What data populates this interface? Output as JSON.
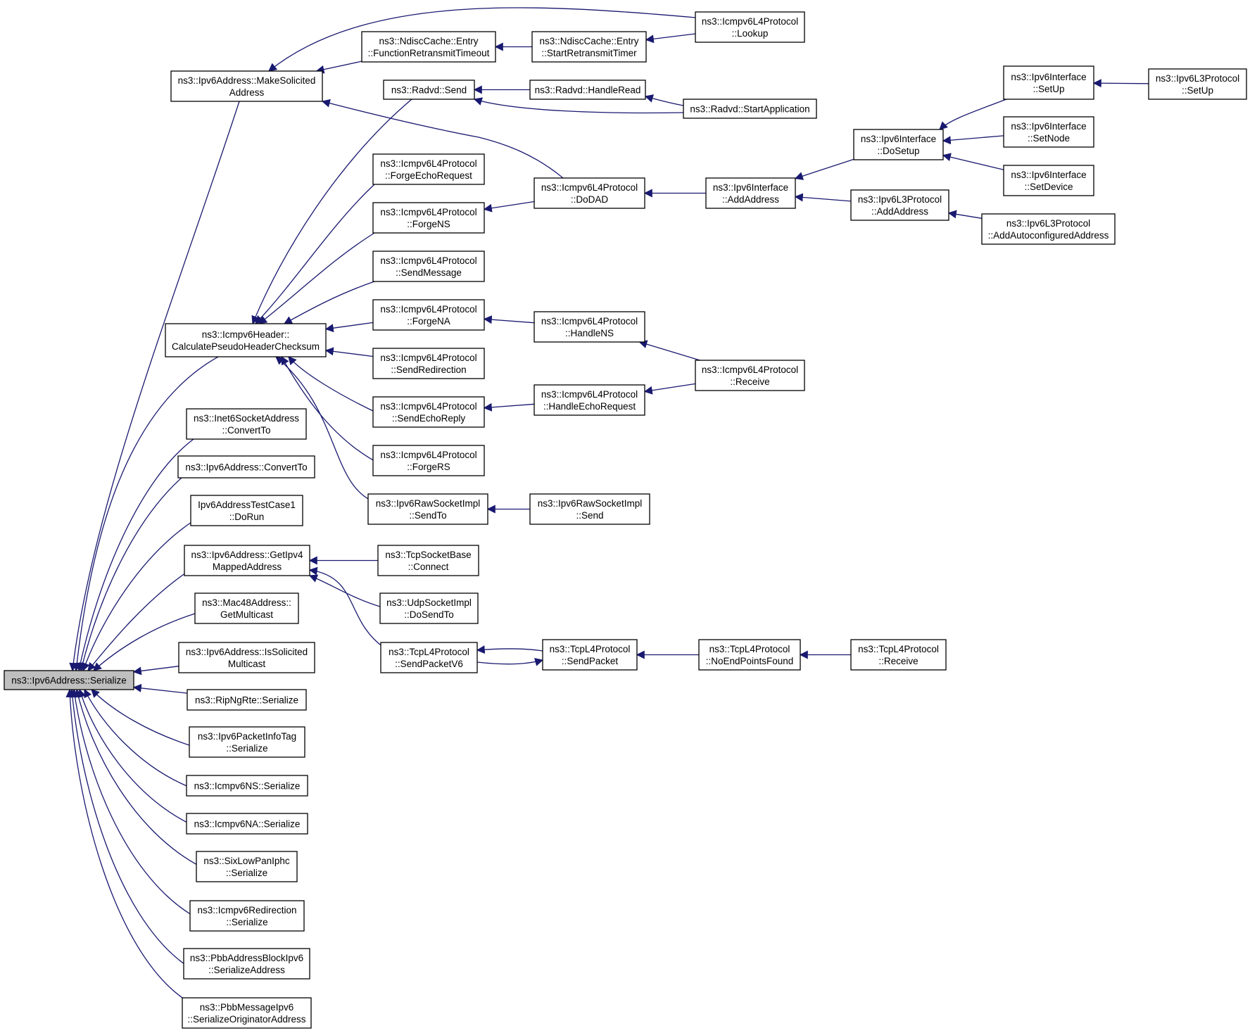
{
  "graph": {
    "colors": {
      "edge": "#191970",
      "node_border": "#000000",
      "node_fill": "#ffffff",
      "root_fill": "#bfbfbf"
    },
    "nodes": [
      {
        "id": "root",
        "lines": [
          "ns3::Ipv6Address::Serialize"
        ]
      },
      {
        "id": "make_solicited",
        "lines": [
          "ns3::Ipv6Address::MakeSolicited",
          "Address"
        ]
      },
      {
        "id": "calc_pseudo",
        "lines": [
          "ns3::Icmpv6Header::",
          "CalculatePseudoHeaderChecksum"
        ]
      },
      {
        "id": "inet6_convert",
        "lines": [
          "ns3::Inet6SocketAddress",
          "::ConvertTo"
        ]
      },
      {
        "id": "ipv6addr_convert",
        "lines": [
          "ns3::Ipv6Address::ConvertTo"
        ]
      },
      {
        "id": "testcase_dorun",
        "lines": [
          "Ipv6AddressTestCase1",
          "::DoRun"
        ]
      },
      {
        "id": "get_ipv4_mapped",
        "lines": [
          "ns3::Ipv6Address::GetIpv4",
          "MappedAddress"
        ]
      },
      {
        "id": "mac48_multicast",
        "lines": [
          "ns3::Mac48Address::",
          "GetMulticast"
        ]
      },
      {
        "id": "is_solicited",
        "lines": [
          "ns3::Ipv6Address::IsSolicited",
          "Multicast"
        ]
      },
      {
        "id": "ripng_serialize",
        "lines": [
          "ns3::RipNgRte::Serialize"
        ]
      },
      {
        "id": "pktinfo_serialize",
        "lines": [
          "ns3::Ipv6PacketInfoTag",
          "::Serialize"
        ]
      },
      {
        "id": "icmpv6ns_serialize",
        "lines": [
          "ns3::Icmpv6NS::Serialize"
        ]
      },
      {
        "id": "icmpv6na_serialize",
        "lines": [
          "ns3::Icmpv6NA::Serialize"
        ]
      },
      {
        "id": "sixlowpan_serialize",
        "lines": [
          "ns3::SixLowPanIphc",
          "::Serialize"
        ]
      },
      {
        "id": "redirection_serialize",
        "lines": [
          "ns3::Icmpv6Redirection",
          "::Serialize"
        ]
      },
      {
        "id": "pbb_block",
        "lines": [
          "ns3::PbbAddressBlockIpv6",
          "::SerializeAddress"
        ]
      },
      {
        "id": "pbb_message",
        "lines": [
          "ns3::PbbMessageIpv6",
          "::SerializeOriginatorAddress"
        ]
      },
      {
        "id": "ndisc_func_retx",
        "lines": [
          "ns3::NdiscCache::Entry",
          "::FunctionRetransmitTimeout"
        ]
      },
      {
        "id": "radvd_send",
        "lines": [
          "ns3::Radvd::Send"
        ]
      },
      {
        "id": "forge_echo_req",
        "lines": [
          "ns3::Icmpv6L4Protocol",
          "::ForgeEchoRequest"
        ]
      },
      {
        "id": "forge_ns",
        "lines": [
          "ns3::Icmpv6L4Protocol",
          "::ForgeNS"
        ]
      },
      {
        "id": "send_message",
        "lines": [
          "ns3::Icmpv6L4Protocol",
          "::SendMessage"
        ]
      },
      {
        "id": "forge_na",
        "lines": [
          "ns3::Icmpv6L4Protocol",
          "::ForgeNA"
        ]
      },
      {
        "id": "send_redirection",
        "lines": [
          "ns3::Icmpv6L4Protocol",
          "::SendRedirection"
        ]
      },
      {
        "id": "send_echo_reply",
        "lines": [
          "ns3::Icmpv6L4Protocol",
          "::SendEchoReply"
        ]
      },
      {
        "id": "forge_rs",
        "lines": [
          "ns3::Icmpv6L4Protocol",
          "::ForgeRS"
        ]
      },
      {
        "id": "raw_sendto",
        "lines": [
          "ns3::Ipv6RawSocketImpl",
          "::SendTo"
        ]
      },
      {
        "id": "tcp_connect",
        "lines": [
          "ns3::TcpSocketBase",
          "::Connect"
        ]
      },
      {
        "id": "udp_dosendto",
        "lines": [
          "ns3::UdpSocketImpl",
          "::DoSendTo"
        ]
      },
      {
        "id": "tcp_sendpacketv6",
        "lines": [
          "ns3::TcpL4Protocol",
          "::SendPacketV6"
        ]
      },
      {
        "id": "ndisc_start_retx",
        "lines": [
          "ns3::NdiscCache::Entry",
          "::StartRetransmitTimer"
        ]
      },
      {
        "id": "radvd_handleread",
        "lines": [
          "ns3::Radvd::HandleRead"
        ]
      },
      {
        "id": "dodad",
        "lines": [
          "ns3::Icmpv6L4Protocol",
          "::DoDAD"
        ]
      },
      {
        "id": "handle_ns",
        "lines": [
          "ns3::Icmpv6L4Protocol",
          "::HandleNS"
        ]
      },
      {
        "id": "handle_echo_req",
        "lines": [
          "ns3::Icmpv6L4Protocol",
          "::HandleEchoRequest"
        ]
      },
      {
        "id": "raw_send",
        "lines": [
          "ns3::Ipv6RawSocketImpl",
          "::Send"
        ]
      },
      {
        "id": "tcp_sendpacket",
        "lines": [
          "ns3::TcpL4Protocol",
          "::SendPacket"
        ]
      },
      {
        "id": "icmp_lookup",
        "lines": [
          "ns3::Icmpv6L4Protocol",
          "::Lookup"
        ]
      },
      {
        "id": "radvd_startapp",
        "lines": [
          "ns3::Radvd::StartApplication"
        ]
      },
      {
        "id": "icmp_receive",
        "lines": [
          "ns3::Icmpv6L4Protocol",
          "::Receive"
        ]
      },
      {
        "id": "iface_addaddress",
        "lines": [
          "ns3::Ipv6Interface",
          "::AddAddress"
        ]
      },
      {
        "id": "tcp_noendpoints",
        "lines": [
          "ns3::TcpL4Protocol",
          "::NoEndPointsFound"
        ]
      },
      {
        "id": "iface_dosetup",
        "lines": [
          "ns3::Ipv6Interface",
          "::DoSetup"
        ]
      },
      {
        "id": "l3_addaddress",
        "lines": [
          "ns3::Ipv6L3Protocol",
          "::AddAddress"
        ]
      },
      {
        "id": "tcp_receive",
        "lines": [
          "ns3::TcpL4Protocol",
          "::Receive"
        ]
      },
      {
        "id": "iface_setup",
        "lines": [
          "ns3::Ipv6Interface",
          "::SetUp"
        ]
      },
      {
        "id": "iface_setnode",
        "lines": [
          "ns3::Ipv6Interface",
          "::SetNode"
        ]
      },
      {
        "id": "iface_setdevice",
        "lines": [
          "ns3::Ipv6Interface",
          "::SetDevice"
        ]
      },
      {
        "id": "l3_autoconf",
        "lines": [
          "ns3::Ipv6L3Protocol",
          "::AddAutoconfiguredAddress"
        ]
      },
      {
        "id": "l3_setup",
        "lines": [
          "ns3::Ipv6L3Protocol",
          "::SetUp"
        ]
      }
    ],
    "edges": [
      [
        "make_solicited",
        "root"
      ],
      [
        "calc_pseudo",
        "root"
      ],
      [
        "inet6_convert",
        "root"
      ],
      [
        "ipv6addr_convert",
        "root"
      ],
      [
        "testcase_dorun",
        "root"
      ],
      [
        "get_ipv4_mapped",
        "root"
      ],
      [
        "mac48_multicast",
        "root"
      ],
      [
        "is_solicited",
        "root"
      ],
      [
        "ripng_serialize",
        "root"
      ],
      [
        "pktinfo_serialize",
        "root"
      ],
      [
        "icmpv6ns_serialize",
        "root"
      ],
      [
        "icmpv6na_serialize",
        "root"
      ],
      [
        "sixlowpan_serialize",
        "root"
      ],
      [
        "redirection_serialize",
        "root"
      ],
      [
        "pbb_block",
        "root"
      ],
      [
        "pbb_message",
        "root"
      ],
      [
        "icmp_lookup",
        "make_solicited"
      ],
      [
        "ndisc_func_retx",
        "make_solicited"
      ],
      [
        "dodad",
        "make_solicited"
      ],
      [
        "ndisc_start_retx",
        "ndisc_func_retx"
      ],
      [
        "icmp_lookup",
        "ndisc_start_retx"
      ],
      [
        "radvd_handleread",
        "radvd_send"
      ],
      [
        "radvd_startapp",
        "radvd_send"
      ],
      [
        "radvd_startapp",
        "radvd_handleread"
      ],
      [
        "radvd_send",
        "calc_pseudo"
      ],
      [
        "forge_echo_req",
        "calc_pseudo"
      ],
      [
        "forge_ns",
        "calc_pseudo"
      ],
      [
        "send_message",
        "calc_pseudo"
      ],
      [
        "forge_na",
        "calc_pseudo"
      ],
      [
        "send_redirection",
        "calc_pseudo"
      ],
      [
        "send_echo_reply",
        "calc_pseudo"
      ],
      [
        "forge_rs",
        "calc_pseudo"
      ],
      [
        "raw_sendto",
        "calc_pseudo"
      ],
      [
        "dodad",
        "forge_ns"
      ],
      [
        "iface_addaddress",
        "dodad"
      ],
      [
        "iface_dosetup",
        "iface_addaddress"
      ],
      [
        "l3_addaddress",
        "iface_addaddress"
      ],
      [
        "iface_setup",
        "iface_dosetup"
      ],
      [
        "iface_setnode",
        "iface_dosetup"
      ],
      [
        "iface_setdevice",
        "iface_dosetup"
      ],
      [
        "l3_setup",
        "iface_setup"
      ],
      [
        "l3_autoconf",
        "l3_addaddress"
      ],
      [
        "handle_ns",
        "forge_na"
      ],
      [
        "icmp_receive",
        "handle_ns"
      ],
      [
        "handle_echo_req",
        "send_echo_reply"
      ],
      [
        "icmp_receive",
        "handle_echo_req"
      ],
      [
        "raw_send",
        "raw_sendto"
      ],
      [
        "tcp_connect",
        "get_ipv4_mapped"
      ],
      [
        "udp_dosendto",
        "get_ipv4_mapped"
      ],
      [
        "tcp_sendpacketv6",
        "get_ipv4_mapped"
      ],
      [
        "tcp_sendpacket",
        "tcp_sendpacketv6"
      ],
      [
        "tcp_sendpacketv6",
        "tcp_sendpacket"
      ],
      [
        "tcp_noendpoints",
        "tcp_sendpacket"
      ],
      [
        "tcp_receive",
        "tcp_noendpoints"
      ]
    ]
  }
}
